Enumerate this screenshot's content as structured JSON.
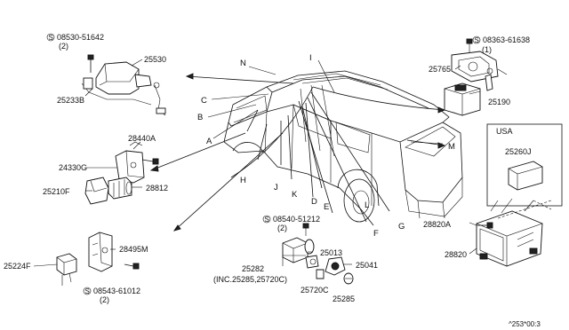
{
  "parts": {
    "p25530": "25530",
    "p25233B": "25233B",
    "p25765": "25765",
    "p25190": "25190",
    "p28440A": "28440A",
    "p24330G": "24330G",
    "p25210F": "25210F",
    "p28812": "28812",
    "p25260J": "25260J",
    "p28820A": "28820A",
    "p28820": "28820",
    "p28495M": "28495M",
    "p25224F": "25224F",
    "p25013": "25013",
    "p25041": "25041",
    "p25282": "25282",
    "p25282_inc": "(INC.25285,25720C)",
    "p25720C": "25720C",
    "p25285": "25285"
  },
  "screws": {
    "s1": {
      "number": "08530-51642",
      "qty": "(2)"
    },
    "s2": {
      "number": "08363-61638",
      "qty": "(1)"
    },
    "s3": {
      "number": "08540-51212",
      "qty": "(2)"
    },
    "s4": {
      "number": "08543-61012",
      "qty": "(2)"
    }
  },
  "screw_symbol": "S",
  "letters": {
    "A": "A",
    "B": "B",
    "C": "C",
    "D": "D",
    "E": "E",
    "F": "F",
    "G": "G",
    "H": "H",
    "I": "I",
    "J": "J",
    "K": "K",
    "L": "L",
    "M": "M",
    "N": "N"
  },
  "usa_box": {
    "label": "USA"
  },
  "footer_code": "^253*00:3"
}
